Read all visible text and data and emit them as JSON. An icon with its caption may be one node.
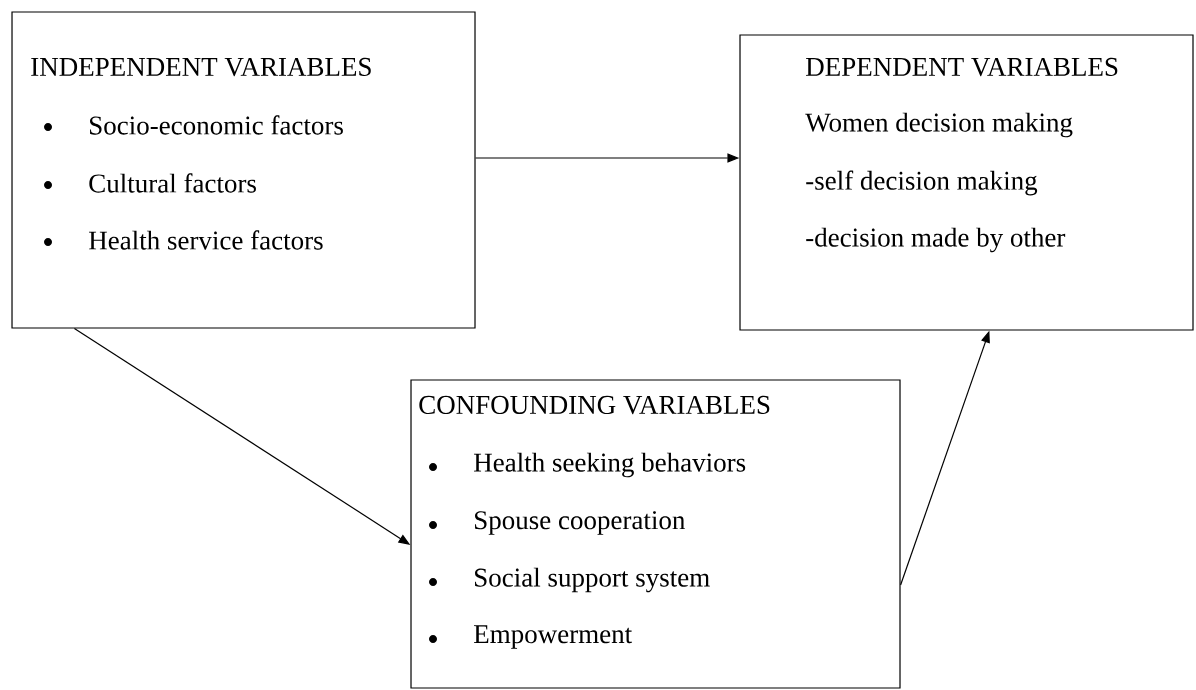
{
  "diagram": {
    "nodes": [
      {
        "text": [
          "INDEPENDENT VARIABLES",
          "Socio-economic factors",
          "Cultural factors",
          "Health service factors"
        ]
      },
      {
        "text": [
          "DEPENDENT VARIABLES",
          "Women decision making",
          "-self decision making",
          "-decision made by other"
        ]
      },
      {
        "text": [
          "CONFOUNDING VARIABLES",
          "Health seeking behaviors",
          "Spouse cooperation",
          "Social support system",
          "Empowerment"
        ]
      }
    ],
    "edges": [
      {
        "from": 0,
        "to": 1,
        "arrow": "to"
      },
      {
        "from": 0,
        "to": 2,
        "arrow": "to"
      },
      {
        "from": 2,
        "to": 1,
        "arrow": "to"
      }
    ]
  }
}
